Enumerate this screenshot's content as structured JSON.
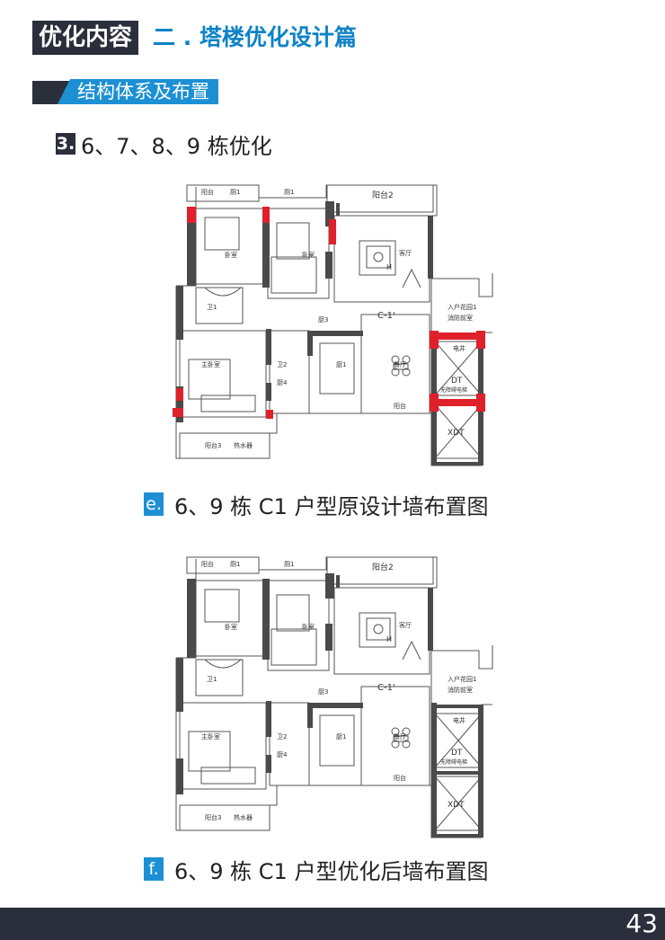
{
  "header": {
    "tag": "优化内容",
    "section_title": "二 . 塔楼优化设计篇"
  },
  "subsection": {
    "label": "结构体系及布置"
  },
  "item": {
    "number": "3.",
    "title": "6、7、8、9 栋优化"
  },
  "figures": [
    {
      "marker": "e.",
      "caption": "6、9 栋 C1 户型原设计墙布置图",
      "rooms": {
        "balcony_1": "阳台",
        "balcony_2": "阳台2",
        "balcony_3": "阳台3",
        "balcony_4": "阳台",
        "toilet_1": "厕1",
        "toilet_2": "卫2",
        "wash_1": "厕1",
        "bedroom_1": "卧室",
        "bedroom_2": "卧室",
        "master_bedroom": "主卧室",
        "living_room": "客厅",
        "dining_room": "餐厅",
        "kitchen": "厨1",
        "wash_3": "厨3",
        "wash_4": "厨4",
        "bath_1": "卫1",
        "unit_label": "C-1'",
        "entry_garden": "入户花园1",
        "fire_space": "消防前室",
        "elevator_room": "电井",
        "elevator_dt": "DT",
        "elevator_dt_sub": "无障碍电梯",
        "elevator_xdt": "XDT",
        "water_heater": "热水器",
        "H_mark": "H"
      }
    },
    {
      "marker": "f.",
      "caption": "6、9 栋 C1 户型优化后墙布置图",
      "rooms": {
        "balcony_1": "阳台",
        "balcony_2": "阳台2",
        "balcony_3": "阳台3",
        "balcony_4": "阳台",
        "toilet_1": "厕1",
        "toilet_2": "卫2",
        "wash_1": "厕1",
        "bedroom_1": "卧室",
        "bedroom_2": "卧室",
        "master_bedroom": "主卧室",
        "living_room": "客厅",
        "dining_room": "餐厅",
        "kitchen": "厨1",
        "wash_3": "厨3",
        "wash_4": "厨4",
        "bath_1": "卫1",
        "unit_label": "C-1'",
        "entry_garden": "入户花园1",
        "fire_space": "消防前室",
        "elevator_room": "电井",
        "elevator_dt": "DT",
        "elevator_dt_sub": "无障碍电梯",
        "elevator_xdt": "XDT",
        "water_heater": "热水器",
        "H_mark": "H"
      }
    }
  ],
  "footer": {
    "page_number": "43"
  },
  "colors": {
    "dark": "#2b2e3b",
    "accent_blue": "#1c90d3",
    "title_blue": "#0d83c7",
    "wall_red": "#e0202a",
    "wall_dark": "#4a4a4a"
  }
}
